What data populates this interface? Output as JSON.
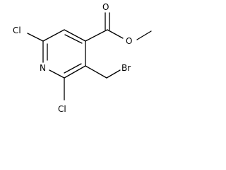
{
  "molecule": {
    "atoms": {
      "o_carbonyl": "O",
      "o_ester": "O",
      "n_ring": "N",
      "cl_top": "Cl",
      "cl_bottom": "Cl",
      "br": "Br"
    }
  },
  "colors": {
    "bond": "#000000",
    "label": "#000000",
    "background": "#ffffff"
  }
}
